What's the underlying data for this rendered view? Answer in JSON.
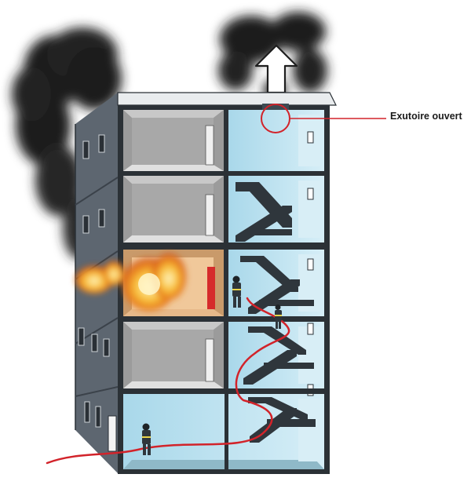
{
  "diagram": {
    "callout": {
      "label": "Exutoire ouvert",
      "color": "#d2232a"
    },
    "colors": {
      "smoke": "#1e1e1e",
      "stairwell_glass": "#bfe3f0",
      "facade": "#5d6670",
      "facade_dark": "#3b424a",
      "room_wall": "#b9b9b9",
      "fire": "#f4a21c",
      "hose": "#d2232a"
    },
    "floors": 5,
    "burning_floor": 3,
    "icons": [
      "smoke-arrow-icon",
      "firefighter-icon",
      "fire-hose-icon",
      "smoke-vent-icon"
    ]
  }
}
